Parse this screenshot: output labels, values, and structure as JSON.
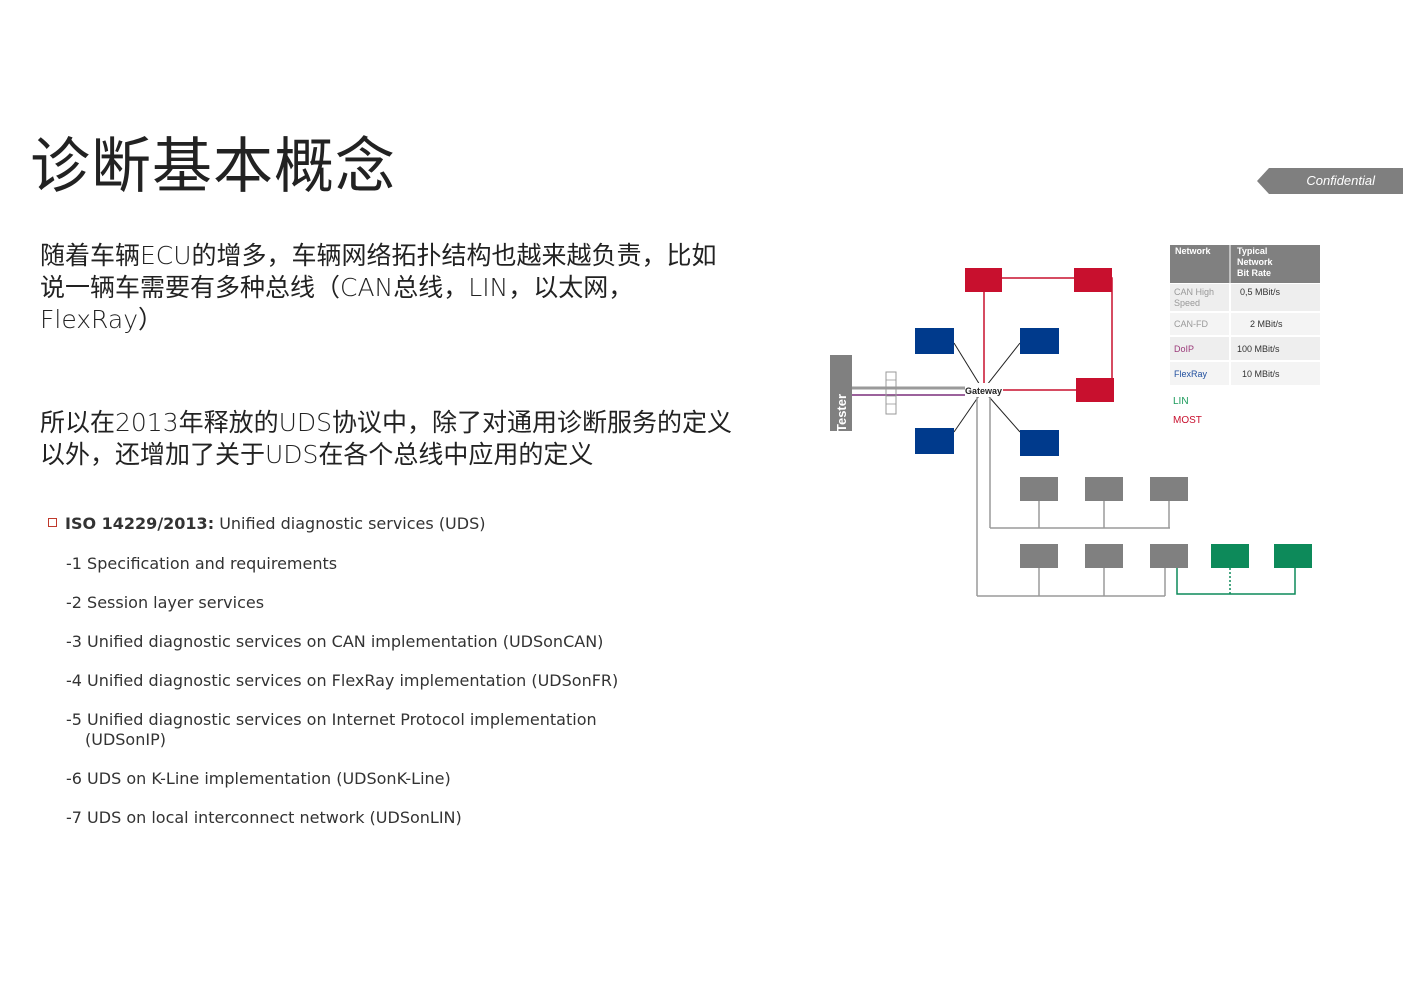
{
  "title": "诊断基本概念",
  "confidential_label": "Confidential",
  "paragraph1": "随着车辆ECU的增多，车辆网络拓扑结构也越来越负责，比如说一辆车需要有多种总线（CAN总线，LIN，以太网，FlexRay）",
  "paragraph2": "所以在2013年释放的UDS协议中，除了对通用诊断服务的定义以外，还增加了关于UDS在各个总线中应用的定义",
  "iso": {
    "code": "ISO 14229/2013:",
    "name": "Unified diagnostic services (UDS)",
    "parts": [
      {
        "text": "-1 Specification and requirements",
        "cont": ""
      },
      {
        "text": "-2 Session layer services",
        "cont": ""
      },
      {
        "text": "-3 Unified diagnostic services on CAN implementation (UDSonCAN)",
        "cont": ""
      },
      {
        "text": "-4 Unified diagnostic services on FlexRay implementation (UDSonFR)",
        "cont": ""
      },
      {
        "text": "-5 Unified diagnostic services on Internet Protocol implementation",
        "cont": "(UDSonIP)"
      },
      {
        "text": "-6 UDS on K-Line implementation (UDSonK-Line)",
        "cont": ""
      },
      {
        "text": "-7 UDS on local interconnect network (UDSonLIN)",
        "cont": ""
      }
    ]
  },
  "diagram": {
    "tester_label": "Tester",
    "gateway_label": "Gateway",
    "table": {
      "header": [
        "Network",
        "Typical Network Bit Rate"
      ],
      "rows": [
        {
          "network": "CAN High Speed",
          "rate": "0,5 MBit/s",
          "color": "#999999"
        },
        {
          "network": "CAN-FD",
          "rate": "2 MBit/s",
          "color": "#999999"
        },
        {
          "network": "DoIP",
          "rate": "100 MBit/s",
          "color": "#9b3b7a"
        },
        {
          "network": "FlexRay",
          "rate": "10 MBit/s",
          "color": "#1f4e9e"
        }
      ]
    },
    "legend": [
      {
        "label": "LIN",
        "color": "#1a9a5a"
      },
      {
        "label": "MOST",
        "color": "#c8102e"
      }
    ],
    "colors": {
      "red": "#c8102e",
      "blue": "#003a8c",
      "gray": "#808080",
      "green": "#0d8a5a",
      "purple": "#7b2f7b"
    }
  }
}
